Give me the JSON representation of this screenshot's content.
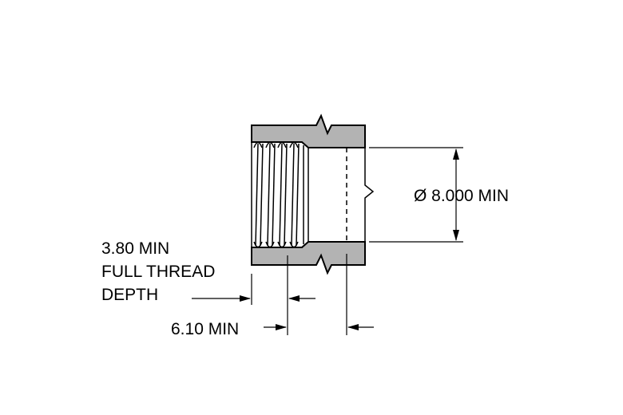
{
  "dimensions": {
    "diameter": "Ø 8.000 MIN",
    "thread_depth": [
      "3.80  MIN",
      "FULL THREAD",
      "DEPTH"
    ],
    "drill_depth": "6.10  MIN"
  },
  "colors": {
    "section_fill": "#b3b3b3",
    "line": "#000000",
    "background": "#ffffff"
  }
}
